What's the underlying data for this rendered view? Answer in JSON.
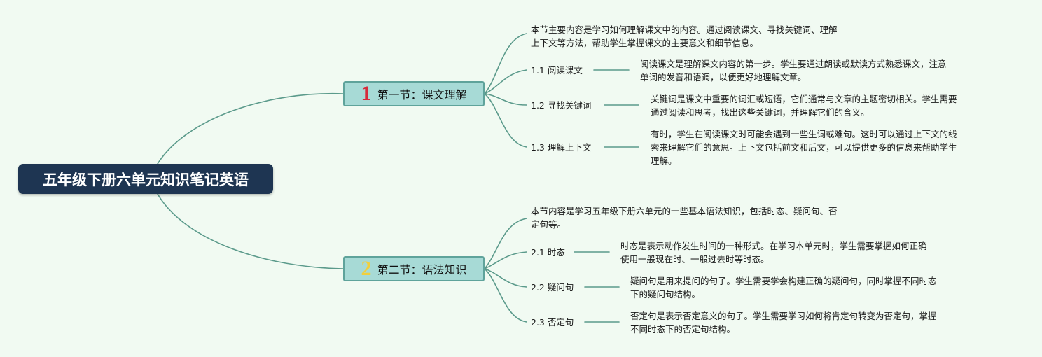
{
  "root": {
    "title": "五年级下册六单元知识笔记英语"
  },
  "sections": [
    {
      "number": "1",
      "number_color": "#d62a3b",
      "title": "第一节：课文理解",
      "intro": [
        "本节主要内容是学习如何理解课文中的内容。通过阅读课文、寻找关键词、理解",
        "上下文等方法，帮助学生掌握课文的主要意义和细节信息。"
      ],
      "items": [
        {
          "label": "1.1 阅读课文",
          "detail": [
            "阅读课文是理解课文内容的第一步。学生要通过朗读或默读方式熟悉课文，注意",
            "单词的发音和语调，以便更好地理解文章。"
          ]
        },
        {
          "label": "1.2 寻找关键词",
          "detail": [
            "关键词是课文中重要的词汇或短语，它们通常与文章的主题密切相关。学生需要",
            "通过阅读和思考，找出这些关键词，并理解它们的含义。"
          ]
        },
        {
          "label": "1.3 理解上下文",
          "detail": [
            "有时，学生在阅读课文时可能会遇到一些生词或难句。这时可以通过上下文的线",
            "索来理解它们的意思。上下文包括前文和后文，可以提供更多的信息来帮助学生",
            "理解。"
          ]
        }
      ]
    },
    {
      "number": "2",
      "number_color": "#f1cf3d",
      "title": "第二节：语法知识",
      "intro": [
        "本节内容是学习五年级下册六单元的一些基本语法知识，包括时态、疑问句、否",
        "定句等。"
      ],
      "items": [
        {
          "label": "2.1 时态",
          "detail": [
            "时态是表示动作发生时间的一种形式。在学习本单元时，学生需要掌握如何正确",
            "使用一般现在时、一般过去时等时态。"
          ]
        },
        {
          "label": "2.2 疑问句",
          "detail": [
            "疑问句是用来提问的句子。学生需要学会构建正确的疑问句，同时掌握不同时态",
            "下的疑问句结构。"
          ]
        },
        {
          "label": "2.3 否定句",
          "detail": [
            "否定句是表示否定意义的句子。学生需要学习如何将肯定句转变为否定句，掌握",
            "不同时态下的否定句结构。"
          ]
        }
      ]
    }
  ],
  "colors": {
    "link": "#5b9a8b",
    "root_bg": "#1e3552",
    "section_bg": "#a7dad6"
  }
}
